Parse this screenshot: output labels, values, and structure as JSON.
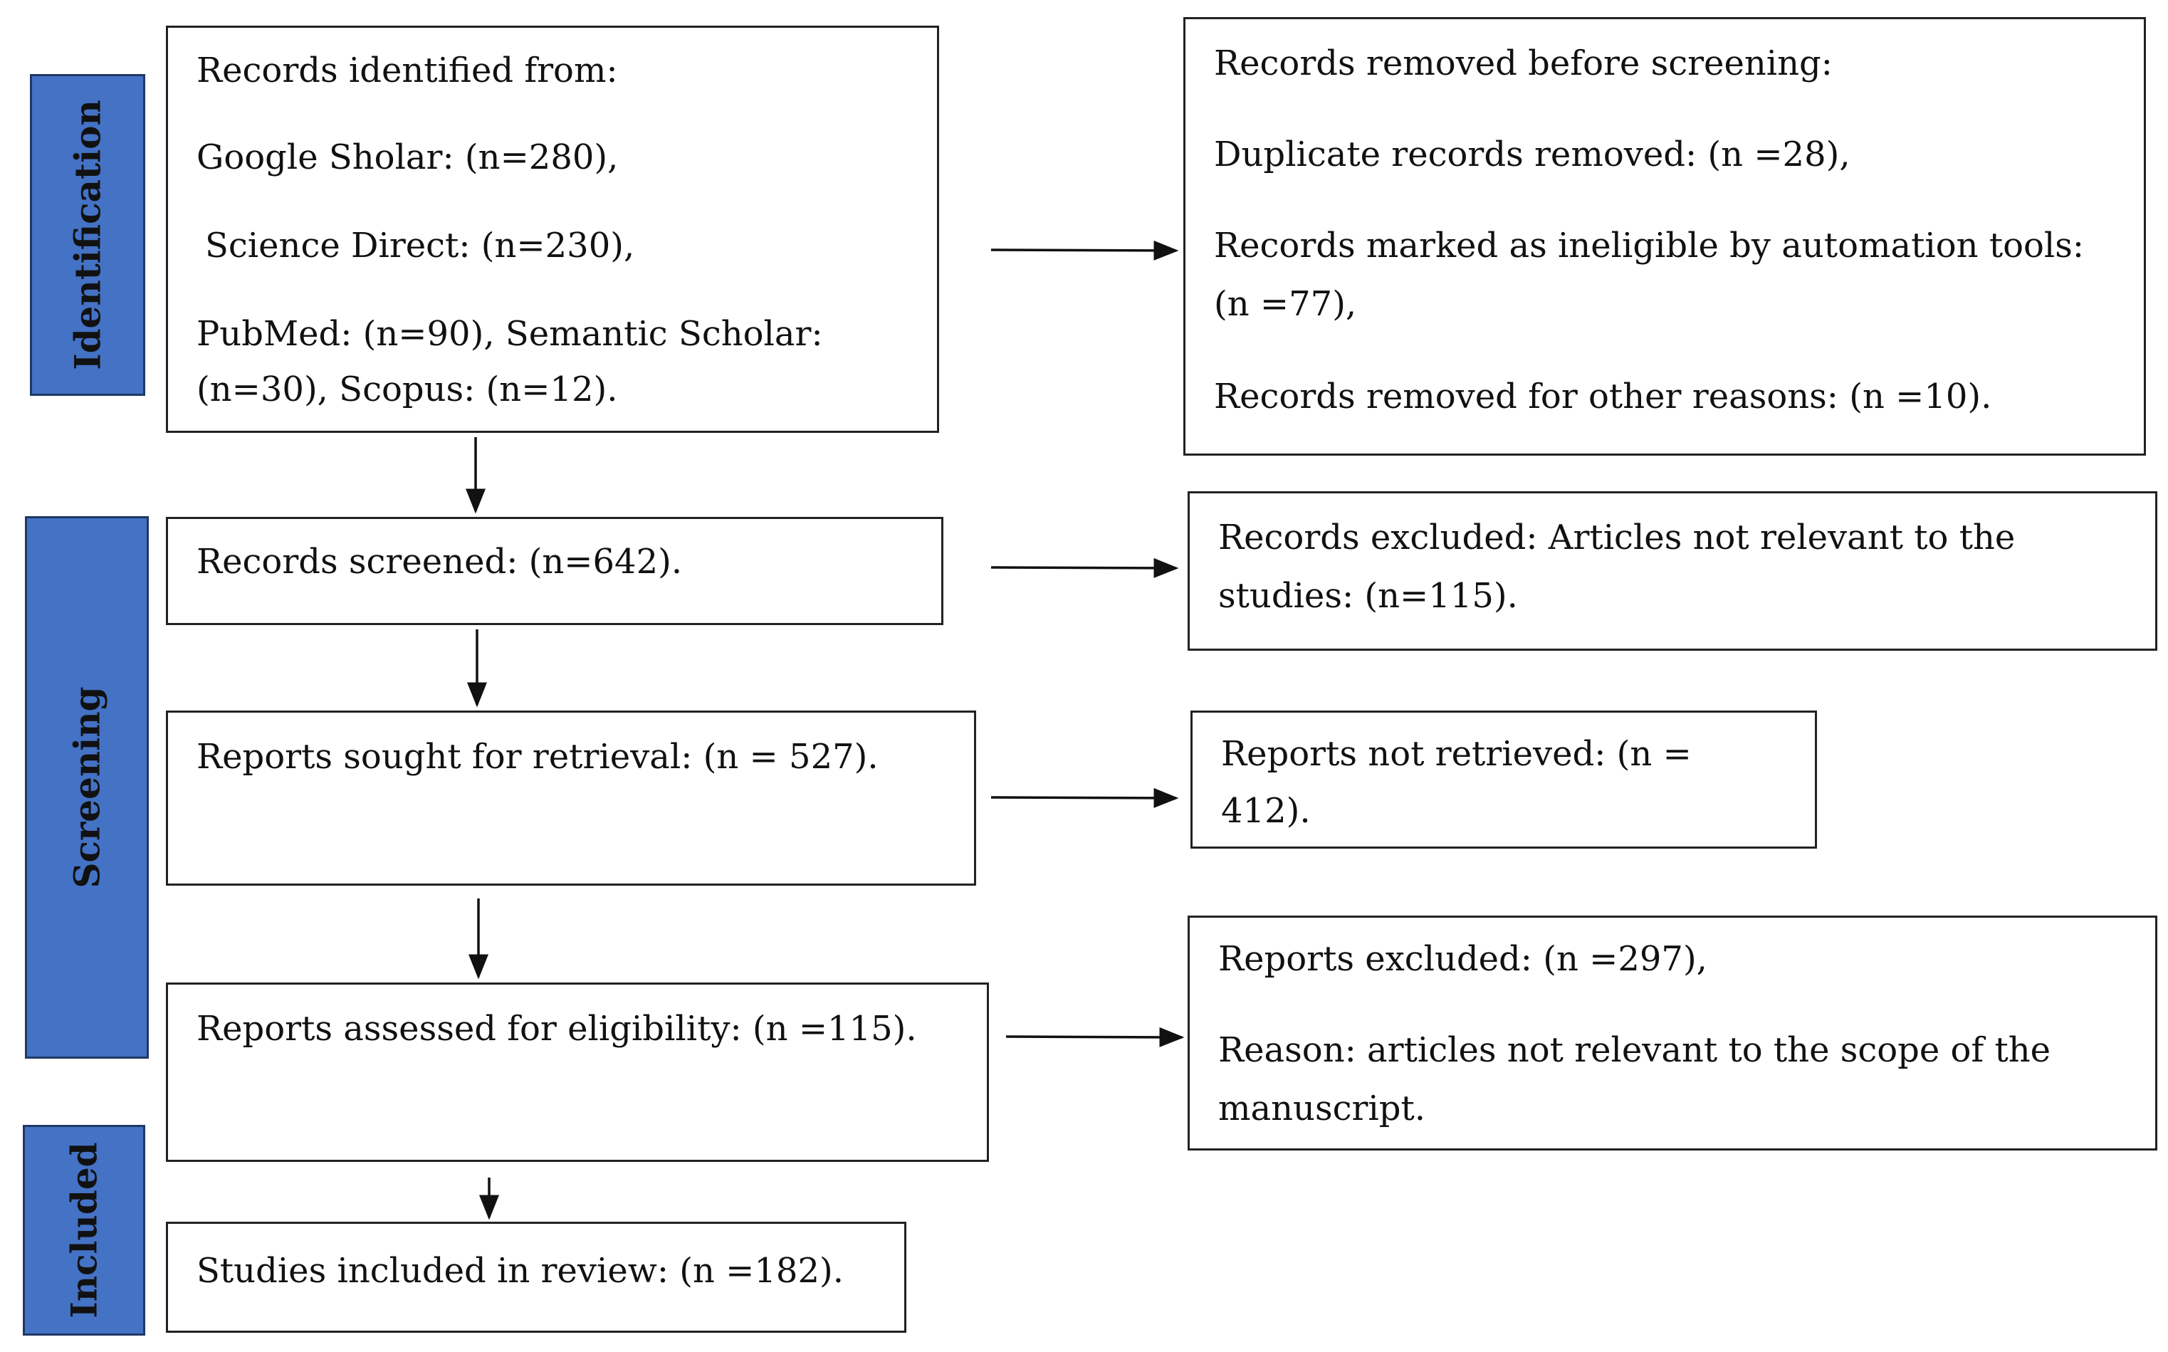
{
  "phases": {
    "identification": "Identification",
    "screening": "Screening",
    "included": "Included"
  },
  "boxes": {
    "identified": {
      "heading": "Records identified from:",
      "google": "Google Sholar: (n=280),",
      "science_direct": "Science Direct: (n=230),",
      "pubmed_1": "PubMed: (n=90), Semantic Scholar:",
      "pubmed_2": "(n=30), Scopus: (n=12)."
    },
    "removed": {
      "heading": "Records removed before screening:",
      "duplicate": "Duplicate records removed: (n =28),",
      "automation_1": "Records marked as ineligible by automation tools:",
      "automation_2": "(n =77),",
      "other": "Records removed for other reasons: (n =10)."
    },
    "screened": {
      "text": "Records screened: (n=642)."
    },
    "excluded": {
      "line_1": "Records excluded: Articles not relevant to the",
      "line_2": "studies: (n=115)."
    },
    "sought": {
      "text": "Reports sought for retrieval: (n = 527)."
    },
    "not_retrieved": {
      "line_1": "Reports not retrieved: (n =",
      "line_2": "412)."
    },
    "assessed": {
      "text": "Reports assessed for eligibility: (n =115)."
    },
    "reports_excluded": {
      "line_1": "Reports excluded: (n =297),",
      "line_2": "Reason: articles not relevant to the scope of the",
      "line_3": "manuscript."
    },
    "included": {
      "text": "Studies included in review: (n =182)."
    }
  },
  "colors": {
    "phase_fill": "#4472c4",
    "phase_border": "#1f3864",
    "box_border": "#222222",
    "text": "#111111"
  }
}
